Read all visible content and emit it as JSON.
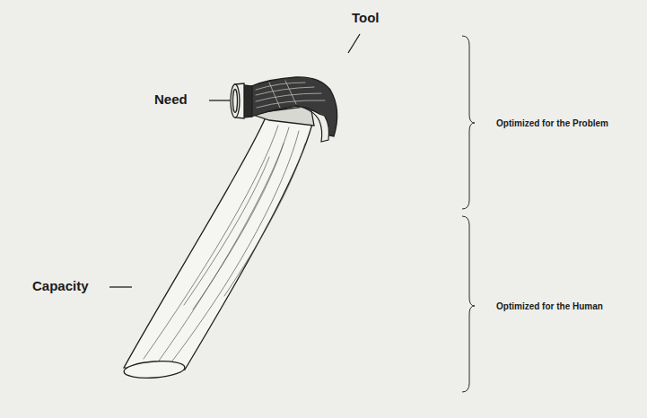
{
  "diagram": {
    "labels": [
      "Tool",
      "Need",
      "Capacity",
      "Optimized for the Problem",
      "Optimized for the Human"
    ]
  }
}
